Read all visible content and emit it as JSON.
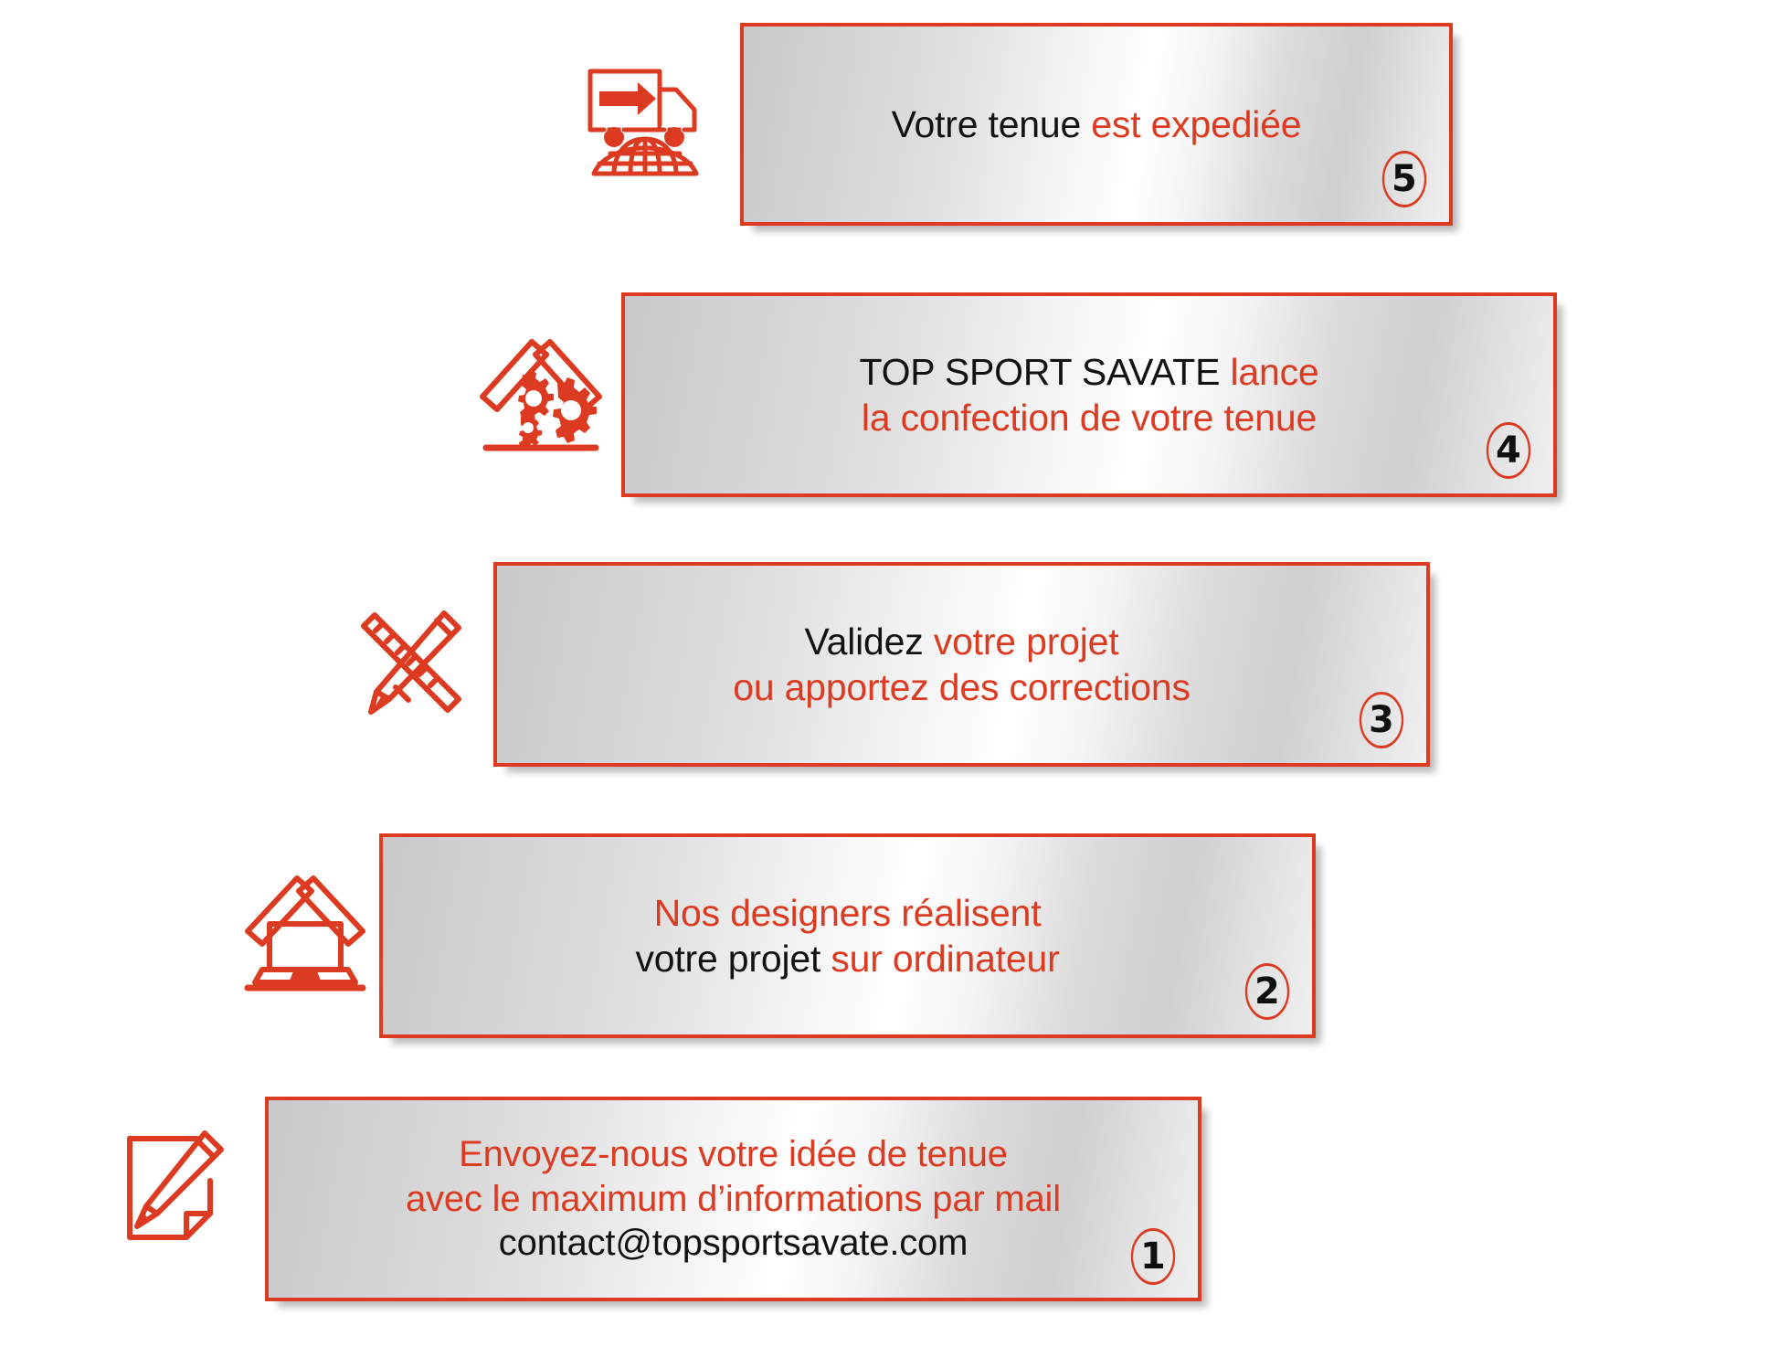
{
  "colors": {
    "accent_red": "#DC3B22",
    "text_black": "#121212",
    "plaque_light": "#ffffff",
    "plaque_gray": "#c9c9c9",
    "background": "#ffffff"
  },
  "diagram": {
    "type": "process-staircase",
    "direction": "bottom-to-top",
    "step_count": 5
  },
  "steps": [
    {
      "number": "5",
      "icon": "delivery-truck-globe-icon",
      "icon_label": "truck over globe",
      "lines": [
        {
          "segments": [
            {
              "text": "Votre tenue ",
              "color": "black"
            },
            {
              "text": "est expediée",
              "color": "red"
            }
          ]
        }
      ]
    },
    {
      "number": "4",
      "icon": "workshop-gears-roof-icon",
      "icon_label": "roof with gears",
      "lines": [
        {
          "segments": [
            {
              "text": "TOP SPORT SAVATE ",
              "color": "black"
            },
            {
              "text": "lance",
              "color": "red"
            }
          ]
        },
        {
          "segments": [
            {
              "text": "la confection de votre tenue",
              "color": "red"
            }
          ]
        }
      ]
    },
    {
      "number": "3",
      "icon": "ruler-pencil-icon",
      "icon_label": "crossed ruler and pencil",
      "lines": [
        {
          "segments": [
            {
              "text": "Validez ",
              "color": "black"
            },
            {
              "text": "votre projet",
              "color": "red"
            }
          ]
        },
        {
          "segments": [
            {
              "text": "ou apportez des corrections",
              "color": "red"
            }
          ]
        }
      ]
    },
    {
      "number": "2",
      "icon": "laptop-roof-icon",
      "icon_label": "roof with laptop",
      "lines": [
        {
          "segments": [
            {
              "text": "Nos designers réalisent",
              "color": "red"
            }
          ]
        },
        {
          "segments": [
            {
              "text": "votre projet ",
              "color": "black"
            },
            {
              "text": "sur ordinateur",
              "color": "red"
            }
          ]
        }
      ]
    },
    {
      "number": "1",
      "icon": "note-pencil-icon",
      "icon_label": "page with pencil",
      "lines": [
        {
          "segments": [
            {
              "text": "Envoyez-nous votre idée de tenue",
              "color": "red"
            }
          ]
        },
        {
          "segments": [
            {
              "text": "avec le maximum d’informations par mail",
              "color": "red"
            }
          ]
        },
        {
          "segments": [
            {
              "text": "contact@topsportsavate.com",
              "color": "black"
            }
          ]
        }
      ]
    }
  ]
}
